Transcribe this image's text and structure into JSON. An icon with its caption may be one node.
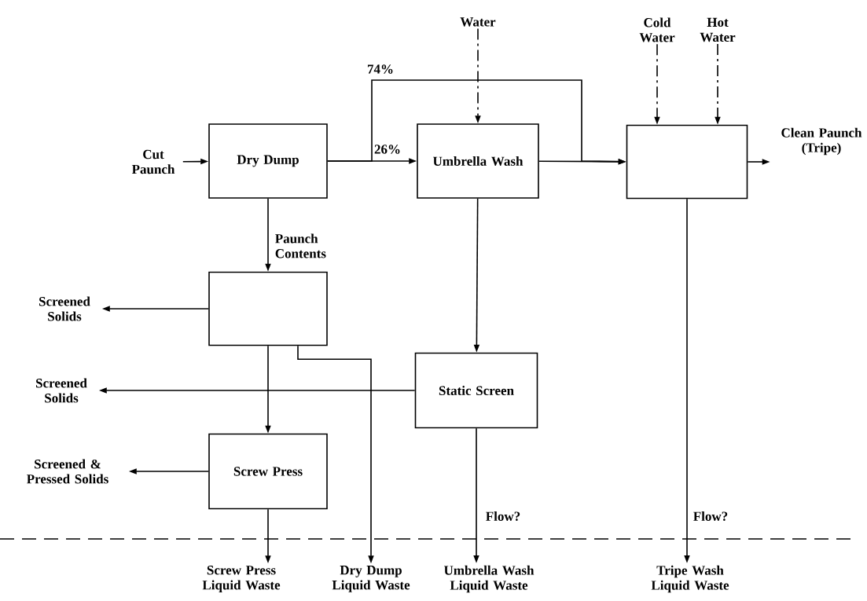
{
  "diagram": {
    "nodes": [
      {
        "text": [
          "Cut Paunch"
        ]
      },
      {
        "text": [
          "Dry Dump"
        ]
      },
      {
        "text": [
          "Umbrella Wash"
        ]
      },
      {
        "text": [],
        "shape": "box"
      },
      {
        "text": [
          "Water"
        ]
      },
      {
        "text": [
          "Cold Water"
        ]
      },
      {
        "text": [
          "Hot Water"
        ]
      },
      {
        "text": [
          "Clean Paunch (Tripe)"
        ]
      },
      {
        "text": [],
        "shape": "box"
      },
      {
        "text": [
          "Screened Solids"
        ]
      },
      {
        "text": [
          "Static Screen"
        ]
      },
      {
        "text": [
          "Screened Solids"
        ]
      },
      {
        "text": [
          "Screw Press"
        ]
      },
      {
        "text": [
          "Screened & Pressed Solids"
        ]
      },
      {
        "text": [
          "Screw Press Liquid Waste"
        ]
      },
      {
        "text": [
          "Dry Dump Liquid Waste"
        ]
      },
      {
        "text": [
          "Umbrella Wash Liquid Waste"
        ]
      },
      {
        "text": [
          "Tripe Wash Liquid Waste"
        ]
      }
    ],
    "edges": [
      {
        "from": 0,
        "to": 1,
        "arrow": "to"
      },
      {
        "from": 1,
        "to": 2,
        "arrow": "to",
        "label": "26%"
      },
      {
        "from": 1,
        "to": 3,
        "arrow": "to",
        "label": "74%"
      },
      {
        "from": 2,
        "to": 3,
        "arrow": "to"
      },
      {
        "from": 4,
        "to": 2,
        "arrow": "to",
        "style": "dashed"
      },
      {
        "from": 5,
        "to": 3,
        "arrow": "to",
        "style": "dashed"
      },
      {
        "from": 6,
        "to": 3,
        "arrow": "to",
        "style": "dashed"
      },
      {
        "from": 3,
        "to": 7,
        "arrow": "to"
      },
      {
        "from": 1,
        "to": 8,
        "arrow": "to",
        "label": "Paunch Contents"
      },
      {
        "from": 8,
        "to": 9,
        "arrow": "to"
      },
      {
        "from": 8,
        "to": 12,
        "arrow": "to"
      },
      {
        "from": 8,
        "to": 15,
        "arrow": "to"
      },
      {
        "from": 2,
        "to": 10,
        "arrow": "to"
      },
      {
        "from": 10,
        "to": 11,
        "arrow": "to"
      },
      {
        "from": 10,
        "to": 16,
        "arrow": "to",
        "label": "Flow?"
      },
      {
        "from": 12,
        "to": 13,
        "arrow": "to"
      },
      {
        "from": 12,
        "to": 14,
        "arrow": "to"
      },
      {
        "from": 3,
        "to": 17,
        "arrow": "to",
        "label": "Flow?"
      }
    ]
  }
}
